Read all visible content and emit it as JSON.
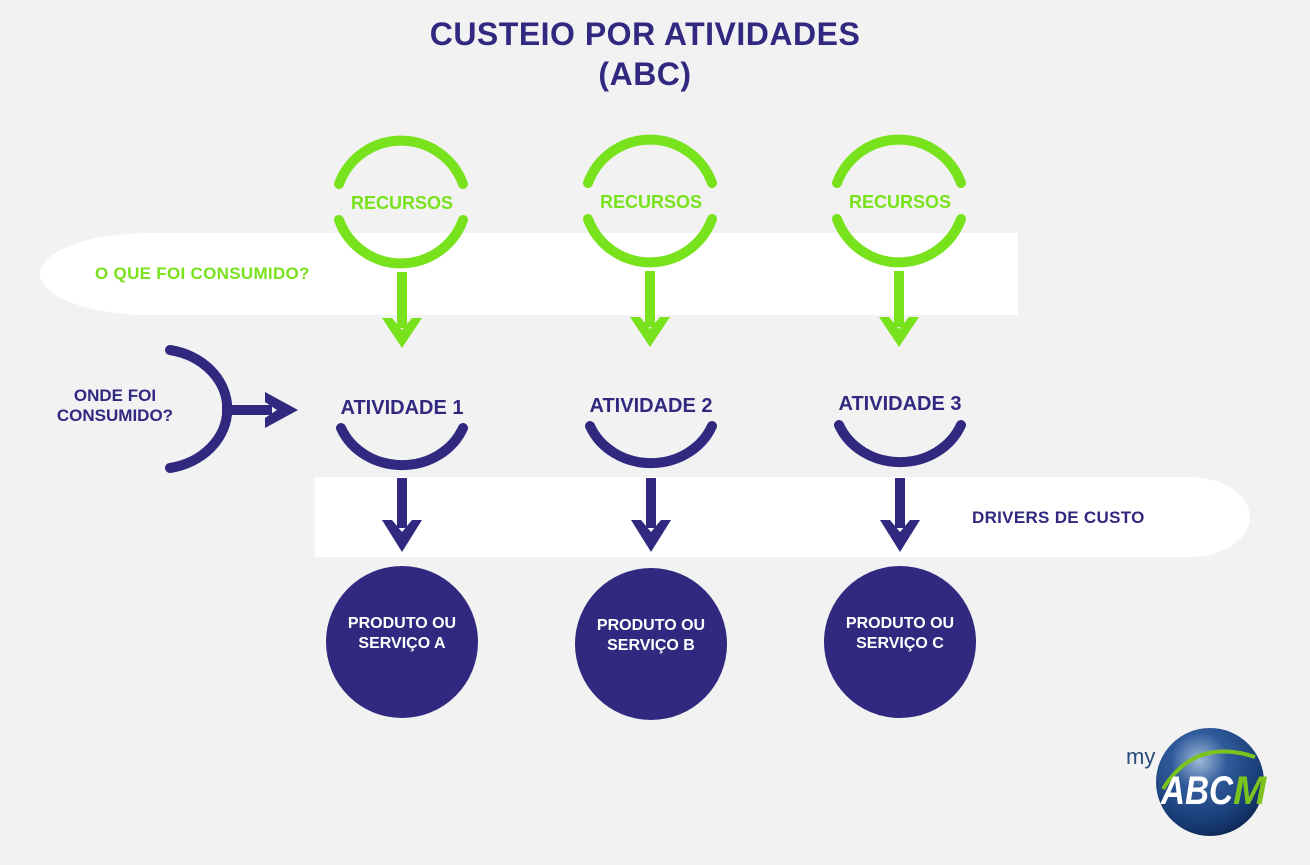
{
  "title": {
    "line1": "CUSTEIO POR ATIVIDADES",
    "line2": "(ABC)"
  },
  "colors": {
    "background": "#f2f2f2",
    "band": "#ffffff",
    "primary_purple": "#31287f",
    "accent_green": "#78e21c",
    "product_text": "#ffffff"
  },
  "questions": {
    "what": "O QUE FOI CONSUMIDO?",
    "where_line1": "ONDE FOI",
    "where_line2": "CONSUMIDO?",
    "drivers": "DRIVERS DE CUSTO"
  },
  "columns": [
    {
      "resource": "RECURSOS",
      "activity": "ATIVIDADE 1",
      "product_line1": "PRODUTO OU",
      "product_line2": "SERVIÇO A"
    },
    {
      "resource": "RECURSOS",
      "activity": "ATIVIDADE 2",
      "product_line1": "PRODUTO OU",
      "product_line2": "SERVIÇO B"
    },
    {
      "resource": "RECURSOS",
      "activity": "ATIVIDADE 3",
      "product_line1": "PRODUTO OU",
      "product_line2": "SERVIÇO C"
    }
  ],
  "logo": {
    "prefix": "my",
    "mark_main": "ABC",
    "mark_accent": "M",
    "icon": "globe-logo-icon"
  }
}
